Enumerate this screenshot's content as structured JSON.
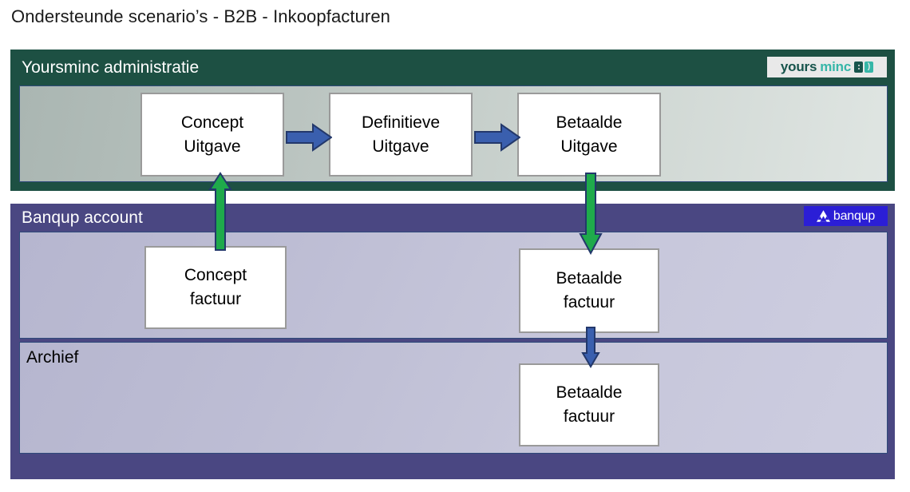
{
  "page": {
    "title": "Ondersteunde scenario’s - B2B - Inkoopfacturen"
  },
  "sections": [
    {
      "id": "yoursminc",
      "title": "Yoursminc administratie",
      "accent": "#1d5043",
      "logo": {
        "name": "yoursminc-logo",
        "text_a": "yours",
        "text_b": "minc",
        "mark_glyph": ")"
      }
    },
    {
      "id": "banqup",
      "title": "Banqup account",
      "accent": "#4a4782",
      "logo": {
        "name": "banqup-logo",
        "text": "banqup"
      },
      "sub_panel_label": "Archief"
    }
  ],
  "boxes": {
    "concept_uitgave": {
      "line1": "Concept",
      "line2": "Uitgave"
    },
    "definitieve_uitgave": {
      "line1": "Definitieve",
      "line2": "Uitgave"
    },
    "betaalde_uitgave": {
      "line1": "Betaalde",
      "line2": "Uitgave"
    },
    "concept_factuur": {
      "line1": "Concept",
      "line2": "factuur"
    },
    "betaalde_factuur_1": {
      "line1": "Betaalde",
      "line2": "factuur"
    },
    "betaalde_factuur_2": {
      "line1": "Betaalde",
      "line2": "factuur"
    }
  },
  "arrows": [
    {
      "name": "arrow-concept-to-definitieve",
      "direction": "right",
      "color": "#3a5fae"
    },
    {
      "name": "arrow-definitieve-to-betaalde",
      "direction": "right",
      "color": "#3a5fae"
    },
    {
      "name": "arrow-concept-factuur-to-concept-uitgave",
      "direction": "up",
      "color": "#1faa4b"
    },
    {
      "name": "arrow-betaalde-uitgave-to-betaalde-factuur",
      "direction": "down",
      "color": "#1faa4b"
    },
    {
      "name": "arrow-betaalde-factuur-to-archief",
      "direction": "down",
      "color": "#3a5fae"
    }
  ],
  "colors": {
    "green_section": "#1d5043",
    "purple_section": "#4a4782",
    "blue_arrow": "#3a5fae",
    "blue_arrow_outline": "#23386b",
    "green_arrow": "#1faa4b",
    "green_arrow_outline": "#23386b",
    "banqup_logo_bg": "#2b1ed6",
    "box_border": "#9a9a9a",
    "box_fill": "#ffffff"
  }
}
